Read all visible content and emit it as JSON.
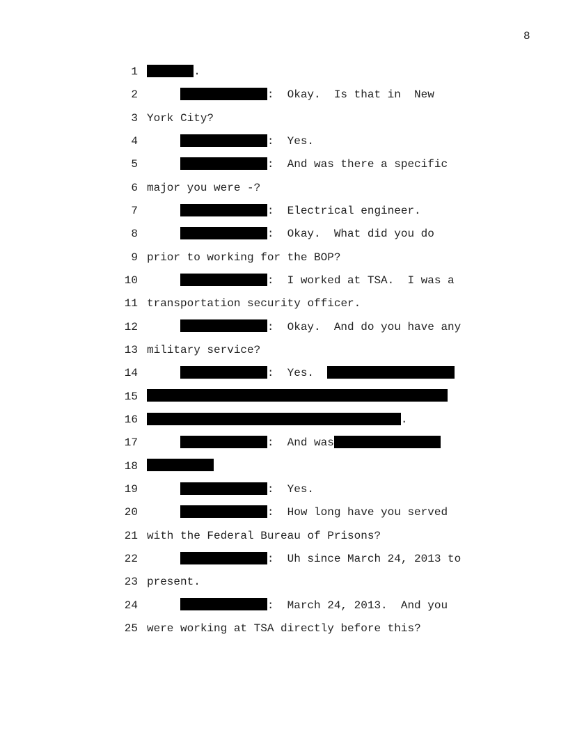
{
  "page_number": "8",
  "lines": [
    {
      "n": "1",
      "t": [
        "."
      ]
    },
    {
      "n": "2",
      "t": [
        ":  Okay.  Is that in  New"
      ]
    },
    {
      "n": "3",
      "t": [
        "York City?"
      ]
    },
    {
      "n": "4",
      "t": [
        ":  Yes."
      ]
    },
    {
      "n": "5",
      "t": [
        ":  And was there a specific"
      ]
    },
    {
      "n": "6",
      "t": [
        "major you were -?"
      ]
    },
    {
      "n": "7",
      "t": [
        ":  Electrical engineer."
      ]
    },
    {
      "n": "8",
      "t": [
        ":  Okay.  What did you do"
      ]
    },
    {
      "n": "9",
      "t": [
        "prior to working for the BOP?"
      ]
    },
    {
      "n": "10",
      "t": [
        ":  I worked at TSA.  I was a"
      ]
    },
    {
      "n": "11",
      "t": [
        "transportation security officer."
      ]
    },
    {
      "n": "12",
      "t": [
        ":  Okay.  And do you have any"
      ]
    },
    {
      "n": "13",
      "t": [
        "military service?"
      ]
    },
    {
      "n": "14",
      "t": [
        ":  Yes.  "
      ]
    },
    {
      "n": "15",
      "t": []
    },
    {
      "n": "16",
      "t": [
        "."
      ]
    },
    {
      "n": "17",
      "t": [
        ":  And was"
      ]
    },
    {
      "n": "18",
      "t": []
    },
    {
      "n": "19",
      "t": [
        ":  Yes."
      ]
    },
    {
      "n": "20",
      "t": [
        ":  How long have you served"
      ]
    },
    {
      "n": "21",
      "t": [
        "with the Federal Bureau of Prisons?"
      ]
    },
    {
      "n": "22",
      "t": [
        ":  Uh since March 24, 2013 to"
      ]
    },
    {
      "n": "23",
      "t": [
        "present."
      ]
    },
    {
      "n": "24",
      "t": [
        ":  March 24, 2013.  And you"
      ]
    },
    {
      "n": "25",
      "t": [
        "were working at TSA directly before this?"
      ]
    }
  ]
}
